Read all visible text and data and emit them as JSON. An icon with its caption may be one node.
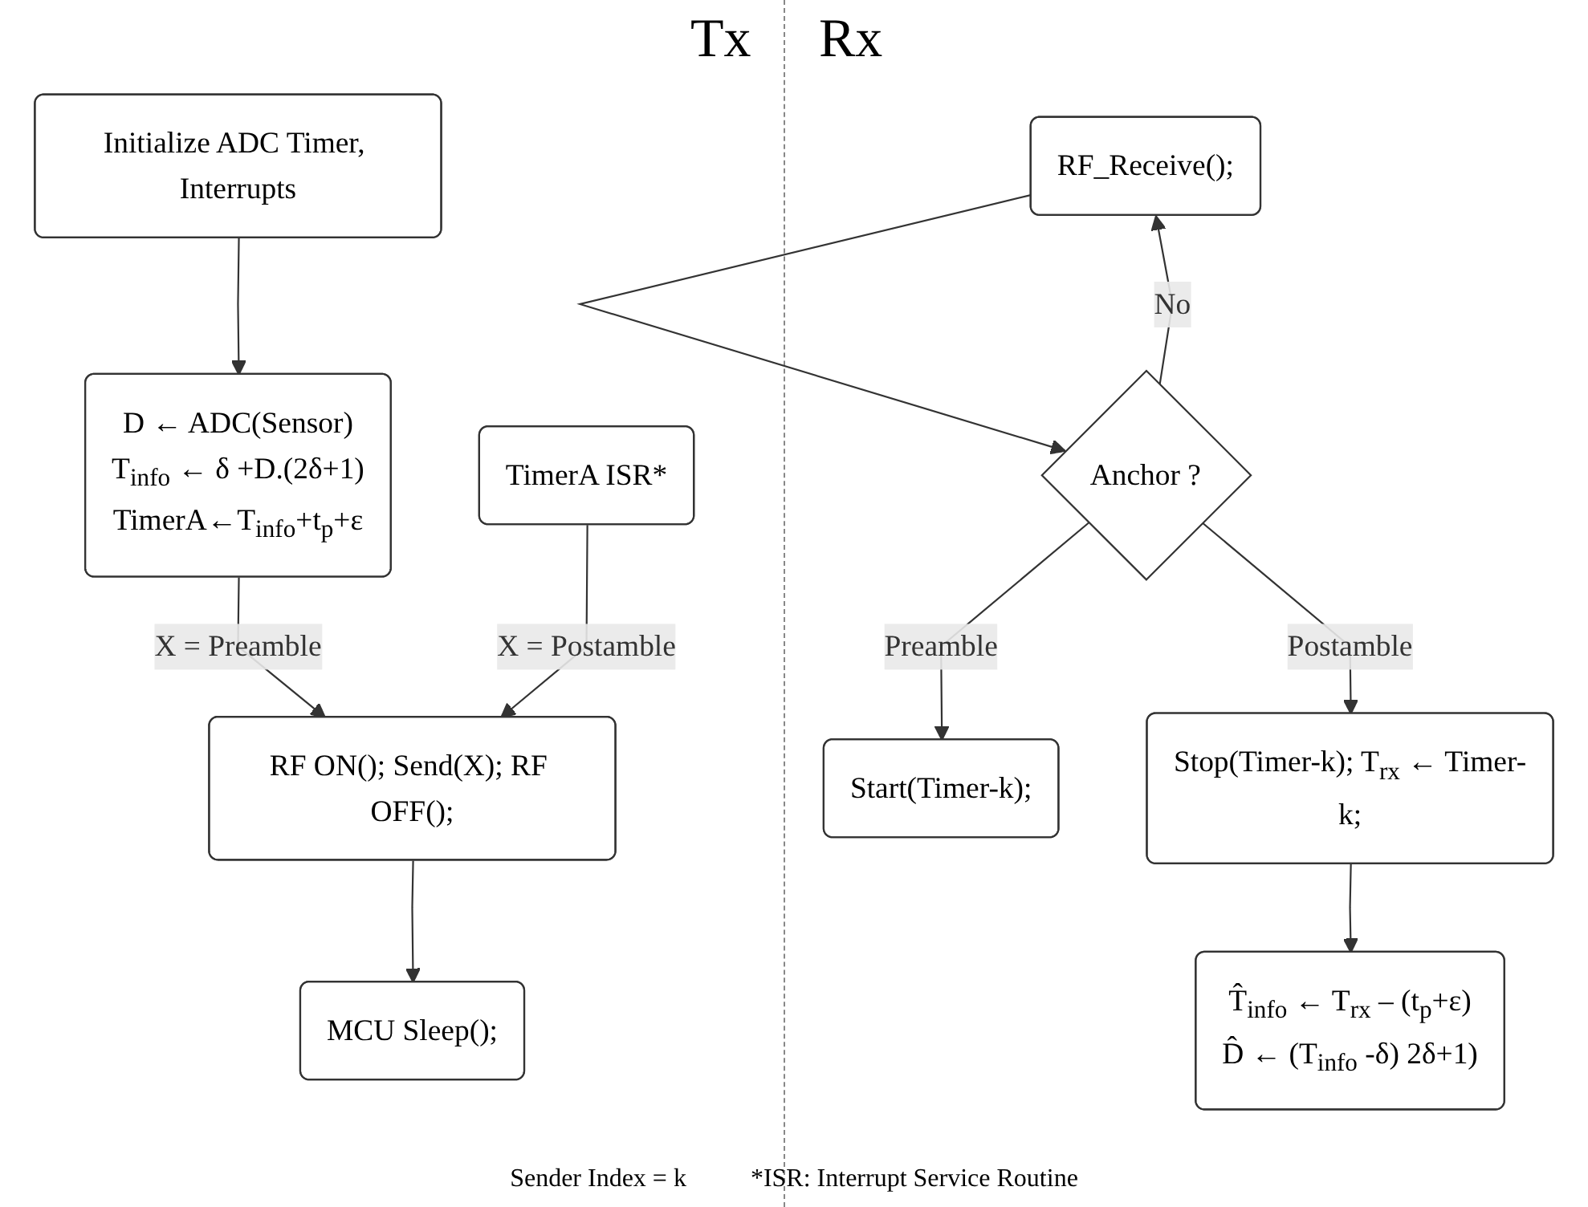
{
  "diagram": {
    "nodes": [
      {
        "text": [
          "Initialize ADC Timer, Interrupts"
        ]
      },
      {
        "text": [
          "D ← ADC(Sensor)",
          "T$_{info}$ ← δ +D.(2δ+1)",
          "TimerA←T$_{info}$+t$_{p}$+ε"
        ]
      },
      {
        "text": [
          "TimerA ISR*"
        ]
      },
      {
        "text": [
          "RF ON(); Send(X); RF OFF();"
        ]
      },
      {
        "text": [
          "MCU Sleep();"
        ]
      },
      {
        "text": [
          "RF_Receive();"
        ]
      },
      {
        "text": [
          "Anchor ?"
        ]
      },
      {
        "text": [
          "Start(Timer-k);"
        ]
      },
      {
        "text": [
          "Stop(Timer-k); T$_{rx}$ ← Timer-k;"
        ]
      },
      {
        "text": [
          "T̂$_{info}$ ← T$_{rx}$ – (t$_{p}$+ε)",
          "D̂ ← (T$_{info}$ -δ) 2δ+1)"
        ]
      }
    ],
    "edges": [
      {
        "from": 0,
        "to": 1,
        "arrow": "to"
      },
      {
        "from": 1,
        "to": 3,
        "arrow": "to",
        "label": "X = Preamble"
      },
      {
        "from": 2,
        "to": 3,
        "arrow": "to",
        "label": "X = Postamble"
      },
      {
        "from": 3,
        "to": 4,
        "arrow": "to"
      },
      {
        "from": 5,
        "to": 6,
        "arrow": "to"
      },
      {
        "from": 6,
        "to": 5,
        "arrow": "to",
        "label": "No"
      },
      {
        "from": 6,
        "to": 7,
        "arrow": "to",
        "label": "Preamble"
      },
      {
        "from": 6,
        "to": 8,
        "arrow": "to",
        "label": "Postamble"
      },
      {
        "from": 8,
        "to": 9,
        "arrow": "to"
      }
    ],
    "labels": [
      "Tx",
      "Rx",
      "Sender Index = k",
      "*ISR: Interrupt Service Routine"
    ]
  }
}
